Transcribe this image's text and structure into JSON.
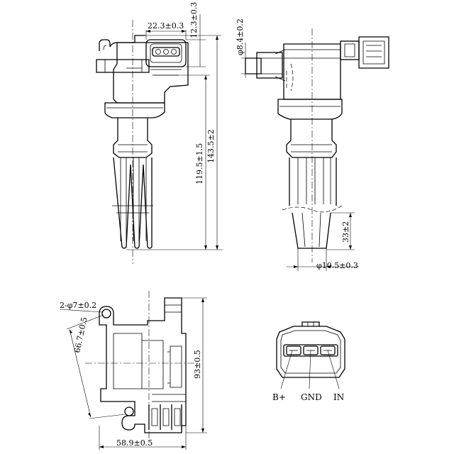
{
  "dimensions": {
    "connector_width": "22.3±0.3",
    "connector_height": "12.3±0.3",
    "body_length": "119.5±1.5",
    "overall_length": "143.5±2",
    "small_diameter": "φ8.4±0.2",
    "boot_length": "33±2",
    "tip_diameter": "φ10.5±0.3",
    "mount_holes": "2-φ7±0.2",
    "hole_spacing": "66.7±0.5",
    "base_width": "58.9±0.5",
    "base_height": "93±0.5"
  },
  "pins": {
    "pin1": "B+",
    "pin2": "GND",
    "pin3": "IN"
  }
}
